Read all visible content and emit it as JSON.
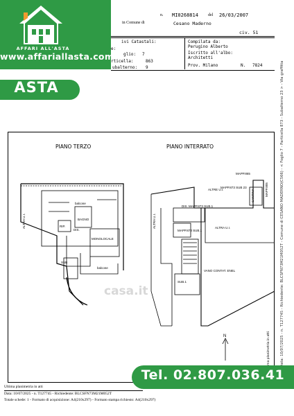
{
  "brand": {
    "logo_text": "AFFARI ALL'ASTA",
    "site_url": "www.affariallasta.com",
    "badge": "ASTA",
    "phone": "Tel. 02.807.036.41",
    "color": "#2f9a45"
  },
  "header": {
    "code_prefix": "n.",
    "code": "MI0268814",
    "date_label": "del",
    "date": "26/03/2007",
    "comune_label": "in Comune di",
    "comune": "Cesano Maderno",
    "civ": "civ. 51"
  },
  "catasto": {
    "title": "ivi Catastali:",
    "foglio_top": "e:",
    "foglio_label": "glio:",
    "foglio": "7",
    "particella_label": "rticella:",
    "particella": "863",
    "subalterno_label": "ubalterno:",
    "subalterno": "9"
  },
  "compilatore": {
    "label": "Compilata da:",
    "name": "Perugino Alberto",
    "iscritto_label": "Iscritto all'albo:",
    "iscritto": "Architetti",
    "prov": "Prov. Milano",
    "nr_label": "N.",
    "nr": "7824"
  },
  "plans": {
    "terzo": "PIANO TERZO",
    "interrato": "PIANO INTERRATO",
    "labels": {
      "altra_ui": "ALTRA U.I.",
      "balcone": "balcone",
      "bagno": "BAGNO",
      "rip": "RIP.",
      "dis": "DIS.",
      "monolocale": "MONOLOCALE",
      "sub": "SUB",
      "mapp865": "MAPP.865",
      "mapp873_sub23": "MAPP.873 SUB 23",
      "dis_mapp": "DIS. MAPP.873 SUB.1",
      "cantina": "CANTINA",
      "altre_ui": "ALTRE U.I.",
      "mapp873_sub1": "MAPP.873 SUB.1",
      "vano_enel": "VANO CONTAT. ENEL",
      "sub1": "SUB.1",
      "mapp805": "MAPP.805",
      "north": "N"
    }
  },
  "side_text": "Data: 10/07/2025 - n. T127745 - Richiedente: BLCSFN73M21M052T - Comune di CESANO MADERNO(C566) - < Foglio 7 - Particella 873 - Subalterno 23 > - Via graffitta",
  "side_right": "Ultima planimetria in atti",
  "watermark": "casa.it",
  "footer": {
    "note": "Ultima planimetria in atti",
    "line1": "Data: 10/07/2025 - n. T127745 - Richiedente: BLCSFN73M21M052T",
    "line2": "Totale schede: 1 - Formato di acquisizione: A4(210x297) - Formato stampa richiesto: A4(210x297)"
  }
}
